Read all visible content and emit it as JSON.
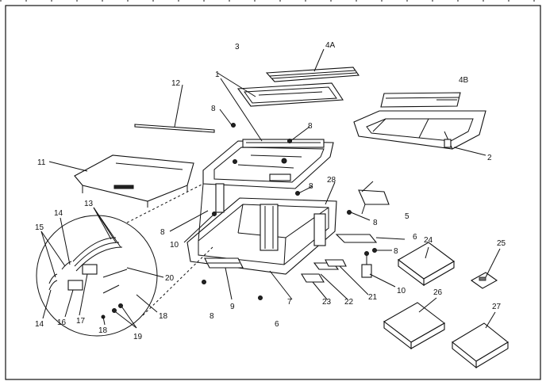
{
  "diagram": {
    "callouts": [
      {
        "id": "c1",
        "text": "1"
      },
      {
        "id": "c2",
        "text": "2"
      },
      {
        "id": "c3",
        "text": "3"
      },
      {
        "id": "c4a",
        "text": "4A"
      },
      {
        "id": "c4b",
        "text": "4B"
      },
      {
        "id": "c5",
        "text": "5"
      },
      {
        "id": "c6a",
        "text": "6"
      },
      {
        "id": "c6b",
        "text": "6"
      },
      {
        "id": "c7",
        "text": "7"
      },
      {
        "id": "c8a",
        "text": "8"
      },
      {
        "id": "c8b",
        "text": "8"
      },
      {
        "id": "c8c",
        "text": "8"
      },
      {
        "id": "c8d",
        "text": "8"
      },
      {
        "id": "c8e",
        "text": "8"
      },
      {
        "id": "c8f",
        "text": "8"
      },
      {
        "id": "c8g",
        "text": "8"
      },
      {
        "id": "c9",
        "text": "9"
      },
      {
        "id": "c10a",
        "text": "10"
      },
      {
        "id": "c10b",
        "text": "10"
      },
      {
        "id": "c11",
        "text": "11"
      },
      {
        "id": "c12",
        "text": "12"
      },
      {
        "id": "c13",
        "text": "13"
      },
      {
        "id": "c14a",
        "text": "14"
      },
      {
        "id": "c14b",
        "text": "14"
      },
      {
        "id": "c15",
        "text": "15"
      },
      {
        "id": "c16",
        "text": "16"
      },
      {
        "id": "c17",
        "text": "17"
      },
      {
        "id": "c18a",
        "text": "18"
      },
      {
        "id": "c18b",
        "text": "18"
      },
      {
        "id": "c19",
        "text": "19"
      },
      {
        "id": "c20",
        "text": "20"
      },
      {
        "id": "c21",
        "text": "21"
      },
      {
        "id": "c22",
        "text": "22"
      },
      {
        "id": "c23",
        "text": "23"
      },
      {
        "id": "c24",
        "text": "24"
      },
      {
        "id": "c25",
        "text": "25"
      },
      {
        "id": "c26",
        "text": "26"
      },
      {
        "id": "c27",
        "text": "27"
      },
      {
        "id": "c28",
        "text": "28"
      }
    ]
  }
}
